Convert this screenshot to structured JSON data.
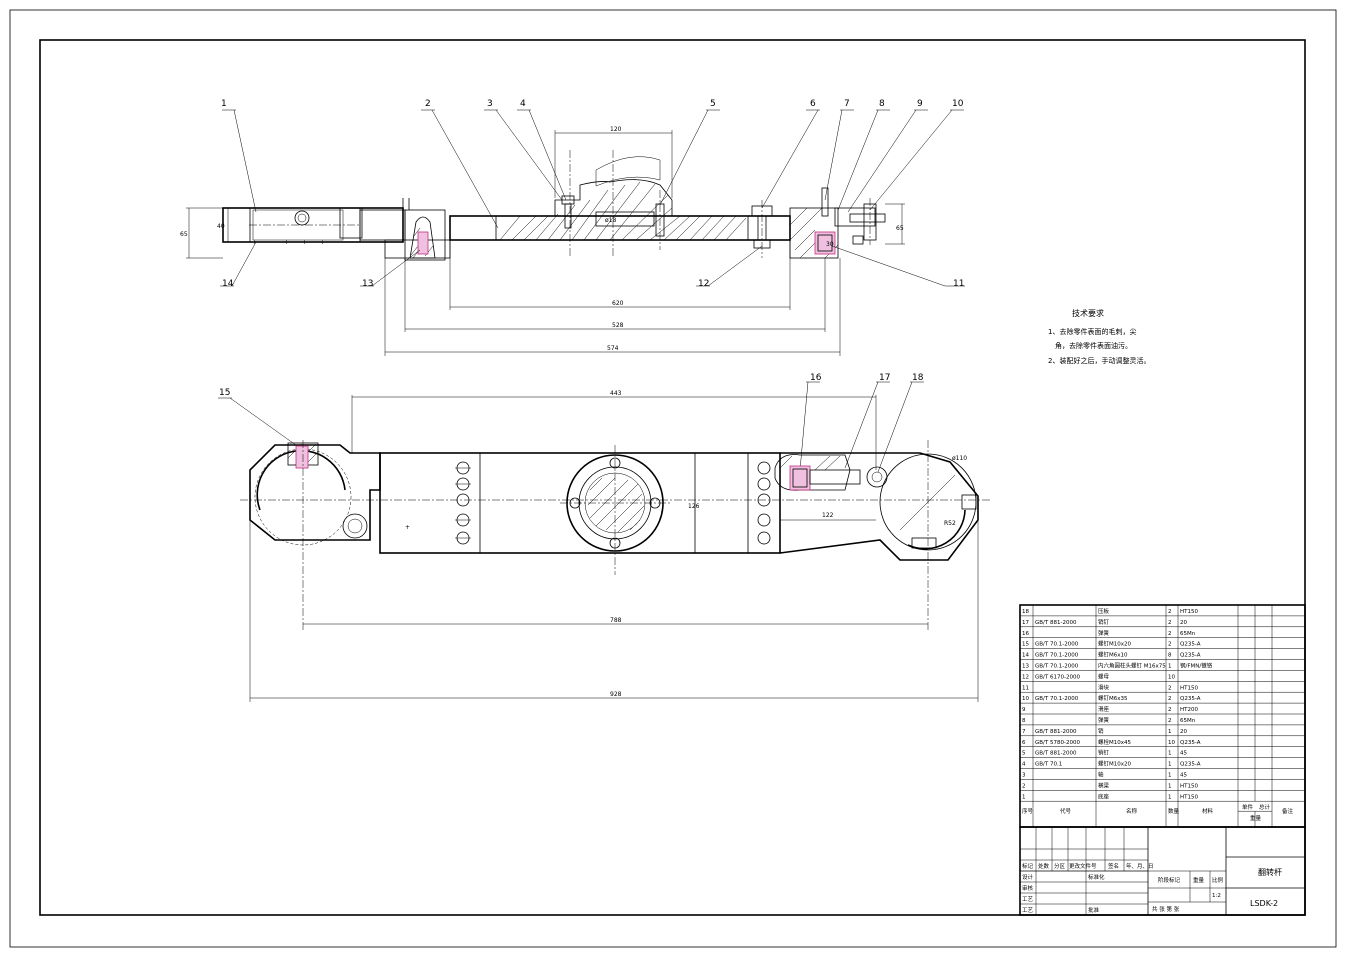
{
  "drawing": {
    "part_labels": [
      "1",
      "2",
      "3",
      "4",
      "5",
      "6",
      "7",
      "8",
      "9",
      "10",
      "11",
      "12",
      "13",
      "14",
      "15",
      "16",
      "17",
      "18"
    ],
    "dims_front": {
      "d120": "120",
      "d620": "620",
      "d528": "528",
      "d574": "574",
      "d65": "65",
      "d40": "40",
      "d65b": "65",
      "d30": "30",
      "d418": "ø18"
    },
    "dims_top": {
      "d443": "443",
      "d788": "788",
      "d928": "928",
      "d122": "122",
      "d110": "ø110",
      "d52": "R52",
      "d126": "126"
    },
    "tech_requirements": {
      "title": "技术要求",
      "line1": "1、去除零件表面的毛刺，尖",
      "line2": "角，去除零件表面油污。",
      "line3": "2、装配好之后，手动调整灵活。"
    }
  },
  "bom": {
    "rows": [
      {
        "no": "18",
        "code": "",
        "name": "压板",
        "qty": "2",
        "material": "HT150"
      },
      {
        "no": "17",
        "code": "GB/T 881-2000",
        "name": "销钉",
        "qty": "2",
        "material": "20"
      },
      {
        "no": "16",
        "code": "",
        "name": "弹簧",
        "qty": "2",
        "material": "65Mn"
      },
      {
        "no": "15",
        "code": "GB/T 70.1-2000",
        "name": "螺钉M10x20",
        "qty": "2",
        "material": "Q235-A"
      },
      {
        "no": "14",
        "code": "GB/T 70.1-2000",
        "name": "螺钉M6x10",
        "qty": "8",
        "material": "Q235-A"
      },
      {
        "no": "13",
        "code": "GB/T 70.1-2000",
        "name": "内六角圆柱头螺钉 M16x75",
        "qty": "1",
        "material": "钢/FMN/镀铬"
      },
      {
        "no": "12",
        "code": "GB/T 6170-2000",
        "name": "螺母",
        "qty": "10",
        "material": ""
      },
      {
        "no": "11",
        "code": "",
        "name": "滑块",
        "qty": "2",
        "material": "HT150"
      },
      {
        "no": "10",
        "code": "GB/T 70.1-2000",
        "name": "螺钉M6x35",
        "qty": "2",
        "material": "Q235-A"
      },
      {
        "no": "9",
        "code": "",
        "name": "滑座",
        "qty": "2",
        "material": "HT200"
      },
      {
        "no": "8",
        "code": "",
        "name": "弹簧",
        "qty": "2",
        "material": "65Mn"
      },
      {
        "no": "7",
        "code": "GB/T 881-2000",
        "name": "销",
        "qty": "1",
        "material": "20"
      },
      {
        "no": "6",
        "code": "GB/T 5780-2000",
        "name": "螺栓M10x45",
        "qty": "10",
        "material": "Q235-A"
      },
      {
        "no": "5",
        "code": "GB/T 881-2000",
        "name": "销钉",
        "qty": "1",
        "material": "45"
      },
      {
        "no": "4",
        "code": "GB/T 70.1",
        "name": "螺钉M10x20",
        "qty": "1",
        "material": "Q235-A"
      },
      {
        "no": "3",
        "code": "",
        "name": "轴",
        "qty": "1",
        "material": "45"
      },
      {
        "no": "2",
        "code": "",
        "name": "横梁",
        "qty": "1",
        "material": "HT150"
      },
      {
        "no": "1",
        "code": "",
        "name": "底座",
        "qty": "1",
        "material": "HT150"
      }
    ],
    "header": {
      "no": "序号",
      "code": "代号",
      "name": "名称",
      "qty": "数量",
      "material": "材料",
      "unit": "单件",
      "total": "总计",
      "weight": "重量",
      "remark": "备注"
    }
  },
  "titleblock": {
    "mark": "标记",
    "count": "处数",
    "zone": "分区",
    "change_doc": "更改文件号",
    "sign": "签名",
    "date": "年、月、日",
    "design": "设计",
    "std": "标准化",
    "check": "审核",
    "process": "工艺",
    "approve": "批准",
    "stage": "阶段标记",
    "weight": "重量",
    "scale": "比例",
    "scale_value": "1:2",
    "sheets": "共 张 第 张",
    "part_name": "翻转杆",
    "drawing_no": "LSDK-2"
  }
}
